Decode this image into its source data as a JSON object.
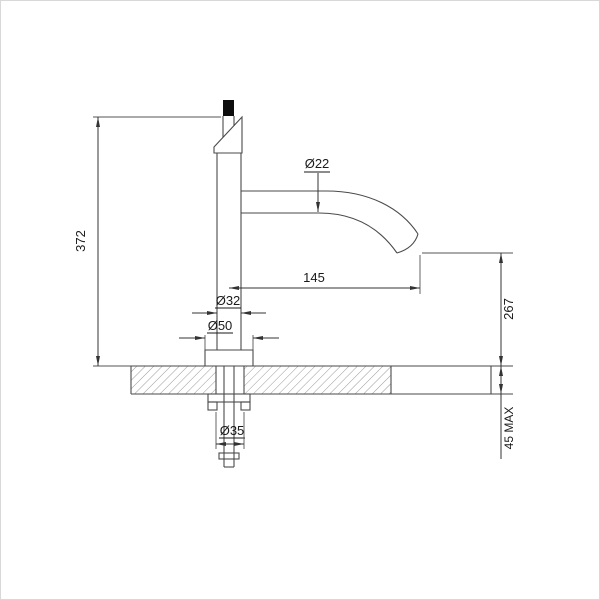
{
  "drawing": {
    "type": "technical-drawing",
    "labels": {
      "spout_diameter": "Ø22",
      "overall_height": "372",
      "spout_reach": "145",
      "spout_outlet_height": "267",
      "body_diameter": "Ø32",
      "base_diameter": "Ø50",
      "deck_hole_diameter": "Ø35",
      "max_deck_thickness": "45 MAX"
    },
    "colors": {
      "outline": "#4a4a4a",
      "dimension_lines": "#333333",
      "hatch": "#9a9a9a",
      "background": "#ffffff",
      "frame_border": "#d8d8d8",
      "knob": "#0d0d0d"
    }
  }
}
